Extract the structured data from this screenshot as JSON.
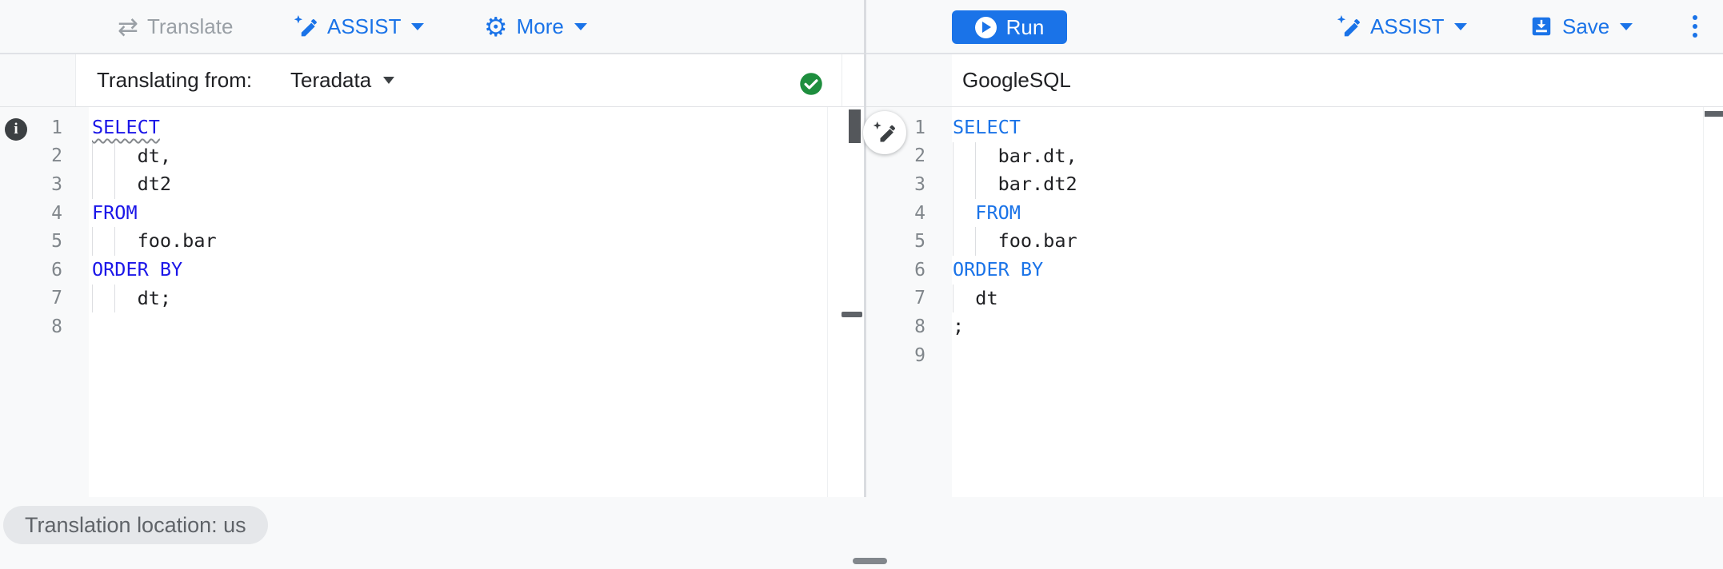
{
  "colors": {
    "accent_blue": "#1a73e8",
    "success_green": "#1e8e3e",
    "disabled_gray": "#9aa0a6",
    "source_keyword": "#1b16e8",
    "target_keyword": "#1a73e8",
    "code_text": "#202124",
    "chip_bg": "#e5e7ea"
  },
  "icons": {
    "swap_glyph": "⇄",
    "gear_glyph": "⚙"
  },
  "toolbar": {
    "translate_label": "Translate",
    "assist_left_label": "ASSIST",
    "more_label": "More",
    "run_label": "Run",
    "assist_right_label": "ASSIST",
    "save_label": "Save"
  },
  "source_panel": {
    "header_label": "Translating from:",
    "dialect": "Teradata",
    "status": "valid",
    "keyword_color": "#1b16e8",
    "lines": [
      {
        "n": "1",
        "guides": 0,
        "segs": [
          {
            "t": "SELECT",
            "k": true,
            "w": true
          }
        ]
      },
      {
        "n": "2",
        "guides": 2,
        "segs": [
          {
            "t": "    dt,",
            "k": false
          }
        ]
      },
      {
        "n": "3",
        "guides": 2,
        "segs": [
          {
            "t": "    dt2",
            "k": false
          }
        ]
      },
      {
        "n": "4",
        "guides": 0,
        "segs": [
          {
            "t": "FROM",
            "k": true
          }
        ]
      },
      {
        "n": "5",
        "guides": 2,
        "segs": [
          {
            "t": "    foo.bar",
            "k": false
          }
        ]
      },
      {
        "n": "6",
        "guides": 0,
        "segs": [
          {
            "t": "ORDER BY",
            "k": true
          }
        ]
      },
      {
        "n": "7",
        "guides": 2,
        "segs": [
          {
            "t": "    dt;",
            "k": false
          }
        ]
      },
      {
        "n": "8",
        "guides": 0,
        "segs": []
      }
    ]
  },
  "target_panel": {
    "header_label": "GoogleSQL",
    "keyword_color": "#1a73e8",
    "lines": [
      {
        "n": "1",
        "guides": 0,
        "segs": [
          {
            "t": "SELECT",
            "k": true
          }
        ]
      },
      {
        "n": "2",
        "guides": 2,
        "segs": [
          {
            "t": "    bar.dt,",
            "k": false
          }
        ]
      },
      {
        "n": "3",
        "guides": 2,
        "segs": [
          {
            "t": "    bar.dt2",
            "k": false
          }
        ]
      },
      {
        "n": "4",
        "guides": 1,
        "segs": [
          {
            "t": "  ",
            "k": false
          },
          {
            "t": "FROM",
            "k": true
          }
        ]
      },
      {
        "n": "5",
        "guides": 2,
        "segs": [
          {
            "t": "    foo.bar",
            "k": false
          }
        ]
      },
      {
        "n": "6",
        "guides": 0,
        "segs": [
          {
            "t": "ORDER BY",
            "k": true
          }
        ]
      },
      {
        "n": "7",
        "guides": 1,
        "segs": [
          {
            "t": "  dt",
            "k": false
          }
        ]
      },
      {
        "n": "8",
        "guides": 0,
        "segs": [
          {
            "t": ";",
            "k": false
          }
        ]
      },
      {
        "n": "9",
        "guides": 0,
        "segs": []
      }
    ]
  },
  "status_chip": {
    "label": "Translation location: us"
  }
}
